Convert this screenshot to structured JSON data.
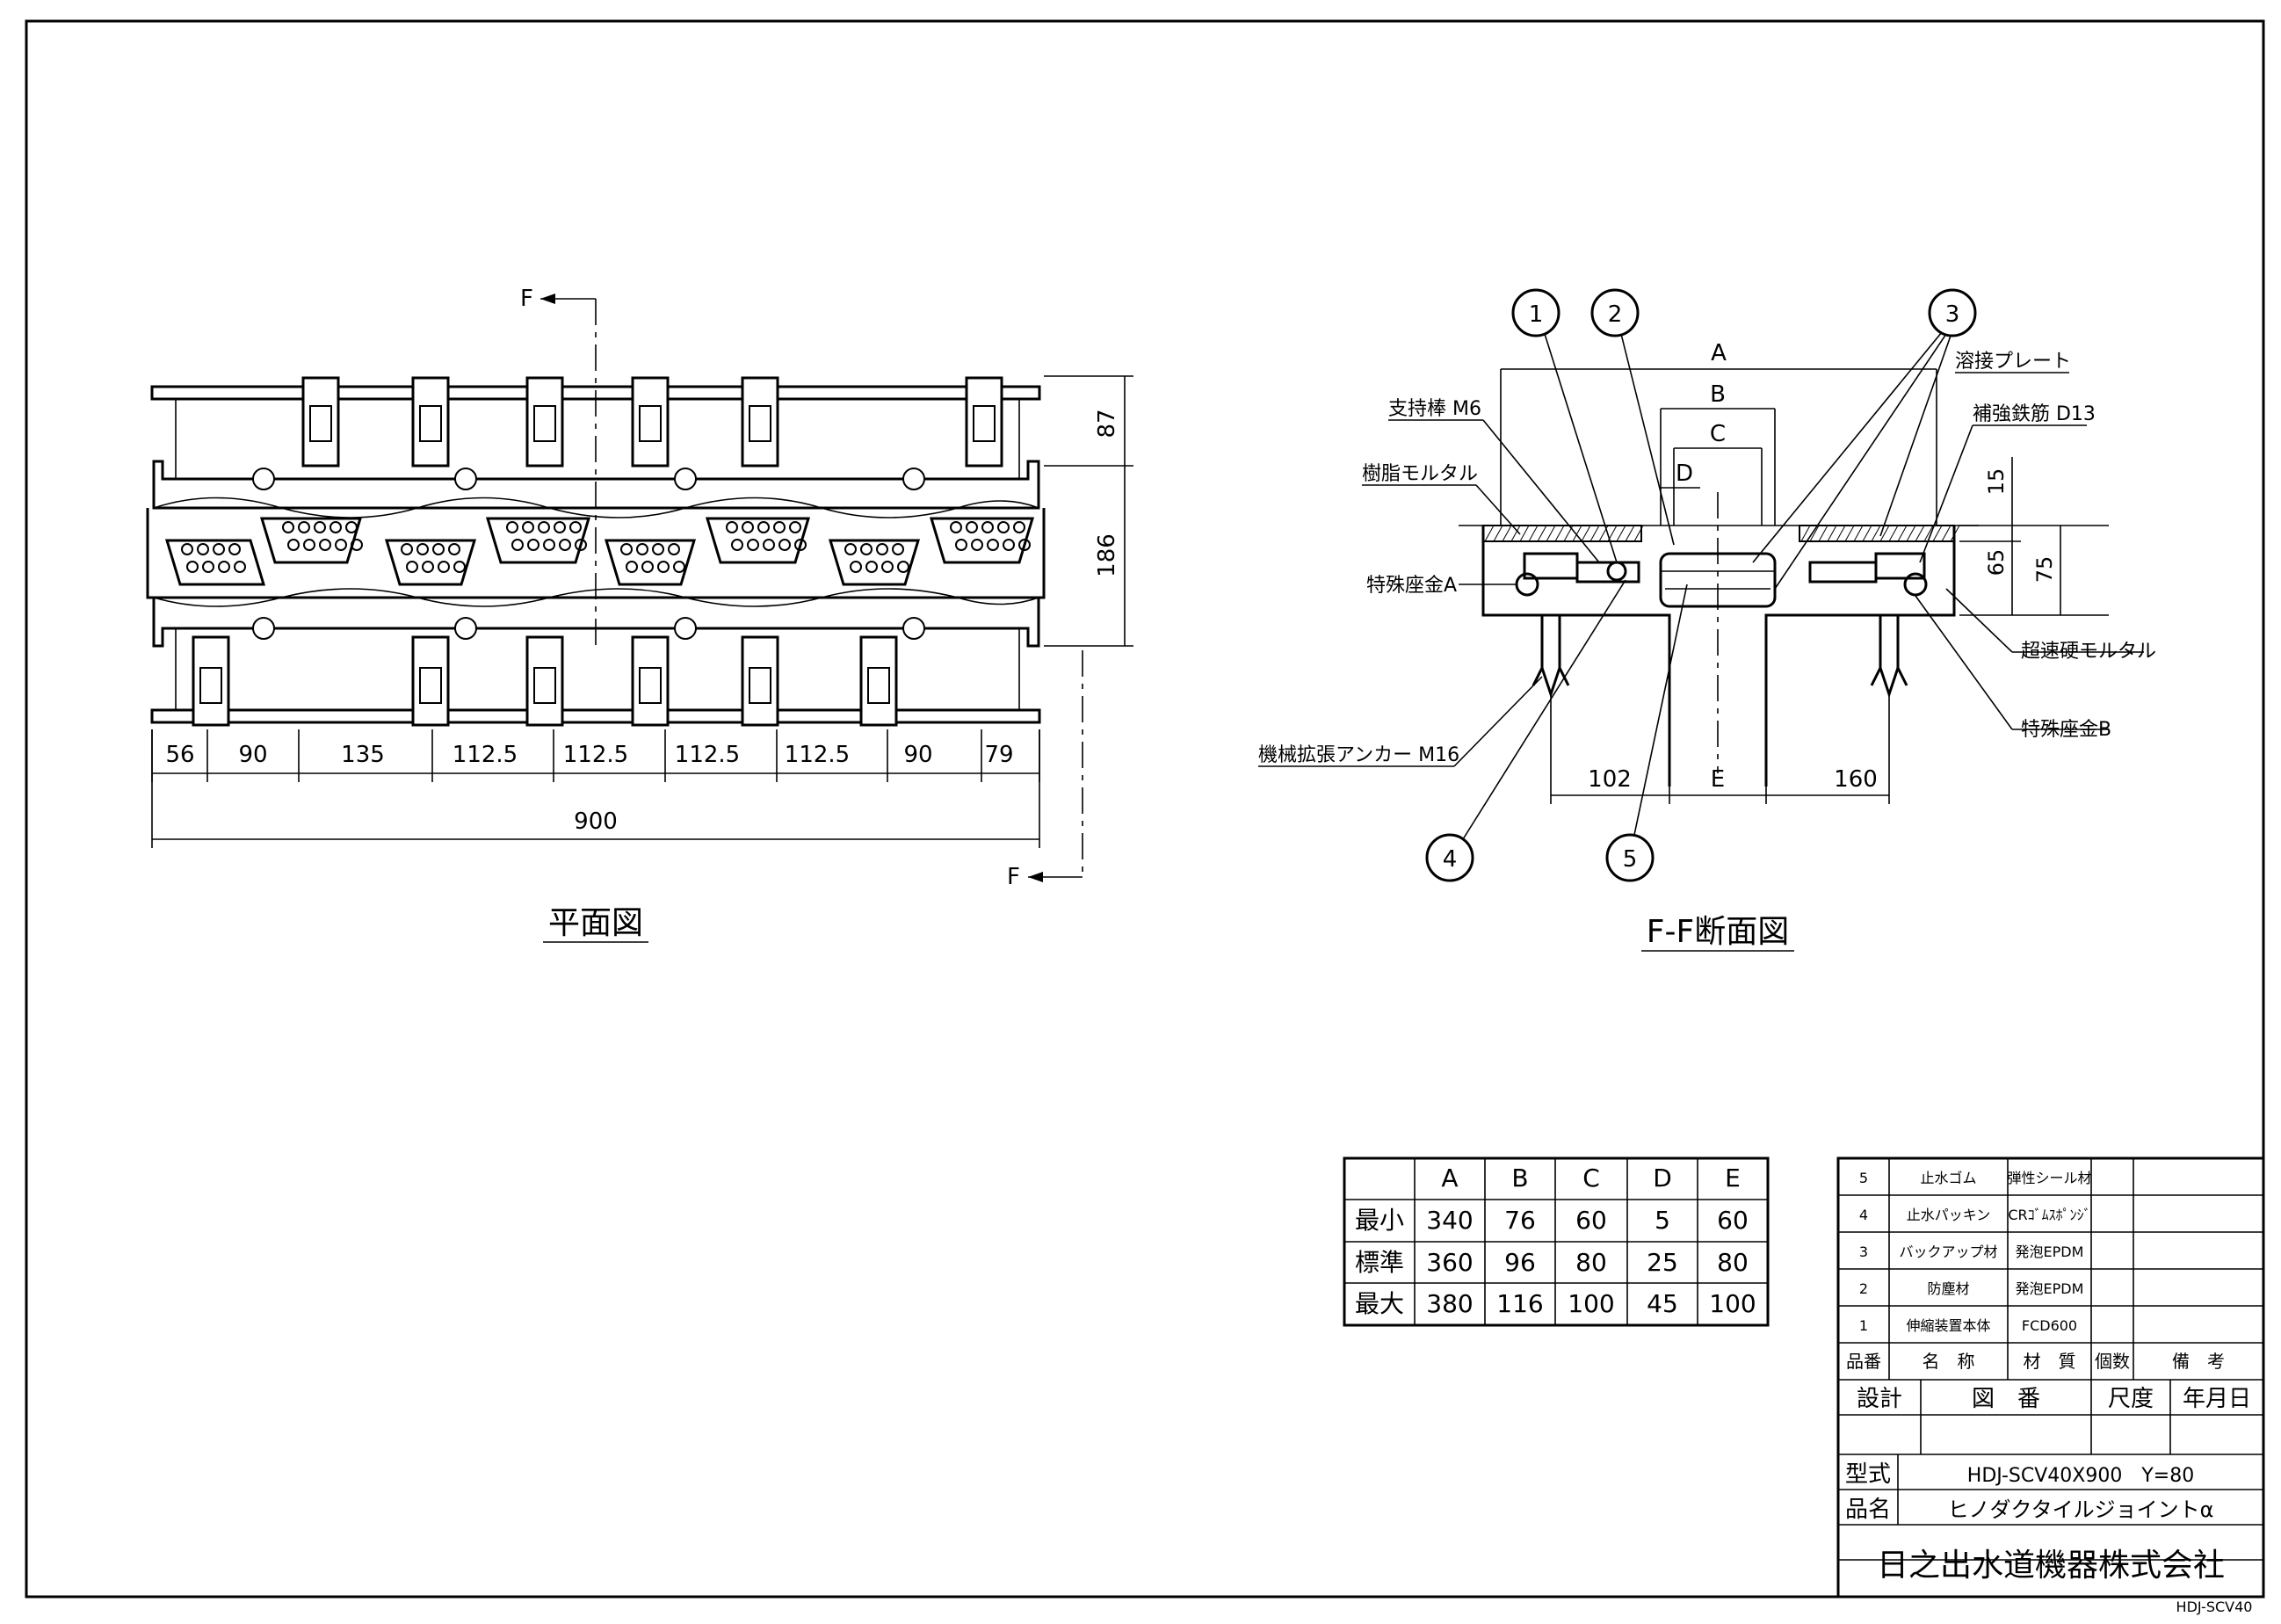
{
  "plan_view": {
    "title": "平面図",
    "section_marker": "F",
    "dims_bottom": [
      "56",
      "90",
      "135",
      "112.5",
      "112.5",
      "112.5",
      "112.5",
      "90",
      "79"
    ],
    "overall_width": "900",
    "dims_right": [
      "87",
      "186"
    ]
  },
  "section_view": {
    "title": "F-F断面図",
    "dims_top": [
      "A",
      "B",
      "C",
      "D"
    ],
    "dims_right": [
      "15",
      "65",
      "75"
    ],
    "dims_bottom": [
      "102",
      "E",
      "160"
    ],
    "balloons": [
      "1",
      "2",
      "3",
      "4",
      "5"
    ],
    "labels": {
      "support_rod": "支持棒 M6",
      "resin_mortar": "樹脂モルタル",
      "special_seat_a": "特殊座金A",
      "anchor": "機械拡張アンカー M16",
      "weld_plate": "溶接プレート",
      "rebar": "補強鉄筋 D13",
      "rapid_mortar": "超速硬モルタル",
      "special_seat_b": "特殊座金B"
    }
  },
  "dimension_table": {
    "headers": [
      "",
      "A",
      "B",
      "C",
      "D",
      "E"
    ],
    "rows": [
      [
        "最小",
        "340",
        "76",
        "60",
        "5",
        "60"
      ],
      [
        "標準",
        "360",
        "96",
        "80",
        "25",
        "80"
      ],
      [
        "最大",
        "380",
        "116",
        "100",
        "45",
        "100"
      ]
    ]
  },
  "parts_list": {
    "rows": [
      [
        "5",
        "止水ゴム",
        "弾性シール材",
        "",
        ""
      ],
      [
        "4",
        "止水パッキン",
        "CRｺﾞﾑｽﾎﾟﾝｼﾞ",
        "",
        ""
      ],
      [
        "3",
        "バックアップ材",
        "発泡EPDM",
        "",
        ""
      ],
      [
        "2",
        "防塵材",
        "発泡EPDM",
        "",
        ""
      ],
      [
        "1",
        "伸縮装置本体",
        "FCD600",
        "",
        ""
      ]
    ],
    "header": [
      "品番",
      "名　称",
      "材　質",
      "個数",
      "備　考"
    ]
  },
  "title_block": {
    "design": "設計",
    "drawing_no": "図　番",
    "scale": "尺度",
    "date": "年月日",
    "model_label": "型式",
    "model_value": "HDJ-SCV40X900　Y=80",
    "product_label": "品名",
    "product_value": "ヒノダクタイルジョイントα",
    "company": "日之出水道機器株式会社",
    "code": "HDJ-SCV40"
  }
}
